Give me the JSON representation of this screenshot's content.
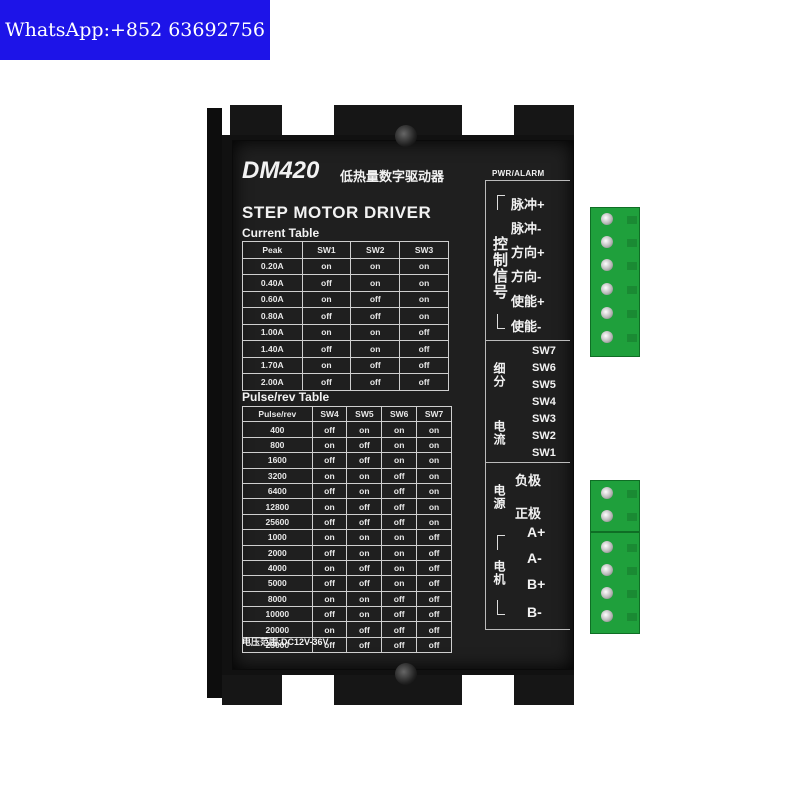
{
  "watermark": {
    "text": "WhatsApp:+852 63692756"
  },
  "driver": {
    "model": "DM420",
    "model_subtitle_cn": "低热量数字驱动器",
    "subtitle": "STEP MOTOR DRIVER",
    "pwr_alarm": "PWR/ALARM",
    "voltage": "电压范围:DC12V-36V"
  },
  "current_table": {
    "title": "Current Table",
    "headers": [
      "Peak",
      "SW1",
      "SW2",
      "SW3"
    ],
    "rows": [
      [
        "0.20A",
        "on",
        "on",
        "on"
      ],
      [
        "0.40A",
        "off",
        "on",
        "on"
      ],
      [
        "0.60A",
        "on",
        "off",
        "on"
      ],
      [
        "0.80A",
        "off",
        "off",
        "on"
      ],
      [
        "1.00A",
        "on",
        "on",
        "off"
      ],
      [
        "1.40A",
        "off",
        "on",
        "off"
      ],
      [
        "1.70A",
        "on",
        "off",
        "off"
      ],
      [
        "2.00A",
        "off",
        "off",
        "off"
      ]
    ]
  },
  "pulse_table": {
    "title": "Pulse/rev Table",
    "headers": [
      "Pulse/rev",
      "SW4",
      "SW5",
      "SW6",
      "SW7"
    ],
    "rows": [
      [
        "400",
        "off",
        "on",
        "on",
        "on"
      ],
      [
        "800",
        "on",
        "off",
        "on",
        "on"
      ],
      [
        "1600",
        "off",
        "off",
        "on",
        "on"
      ],
      [
        "3200",
        "on",
        "on",
        "off",
        "on"
      ],
      [
        "6400",
        "off",
        "on",
        "off",
        "on"
      ],
      [
        "12800",
        "on",
        "off",
        "off",
        "on"
      ],
      [
        "25600",
        "off",
        "off",
        "off",
        "on"
      ],
      [
        "1000",
        "on",
        "on",
        "on",
        "off"
      ],
      [
        "2000",
        "off",
        "on",
        "on",
        "off"
      ],
      [
        "4000",
        "on",
        "off",
        "on",
        "off"
      ],
      [
        "5000",
        "off",
        "off",
        "on",
        "off"
      ],
      [
        "8000",
        "on",
        "on",
        "off",
        "off"
      ],
      [
        "10000",
        "off",
        "on",
        "off",
        "off"
      ],
      [
        "20000",
        "on",
        "off",
        "off",
        "off"
      ],
      [
        "25000",
        "off",
        "off",
        "off",
        "off"
      ]
    ]
  },
  "control_signal": {
    "group_label": "控制信号",
    "labels": [
      "脉冲+",
      "脉冲-",
      "方向+",
      "方向-",
      "使能+",
      "使能-"
    ]
  },
  "dip_switch": {
    "subdivision_label": "细分",
    "current_label": "电流",
    "labels": [
      "SW7",
      "SW6",
      "SW5",
      "SW4",
      "SW3",
      "SW2",
      "SW1"
    ]
  },
  "power": {
    "group_label": "电源",
    "labels": [
      "负极",
      "正极"
    ]
  },
  "motor": {
    "group_label": "电机",
    "labels": [
      "A+",
      "A-",
      "B+",
      "B-"
    ]
  },
  "colors": {
    "watermark_bg": "#1d14e8",
    "housing": "#1f1f1f",
    "terminal_green": "#1fa03c"
  }
}
